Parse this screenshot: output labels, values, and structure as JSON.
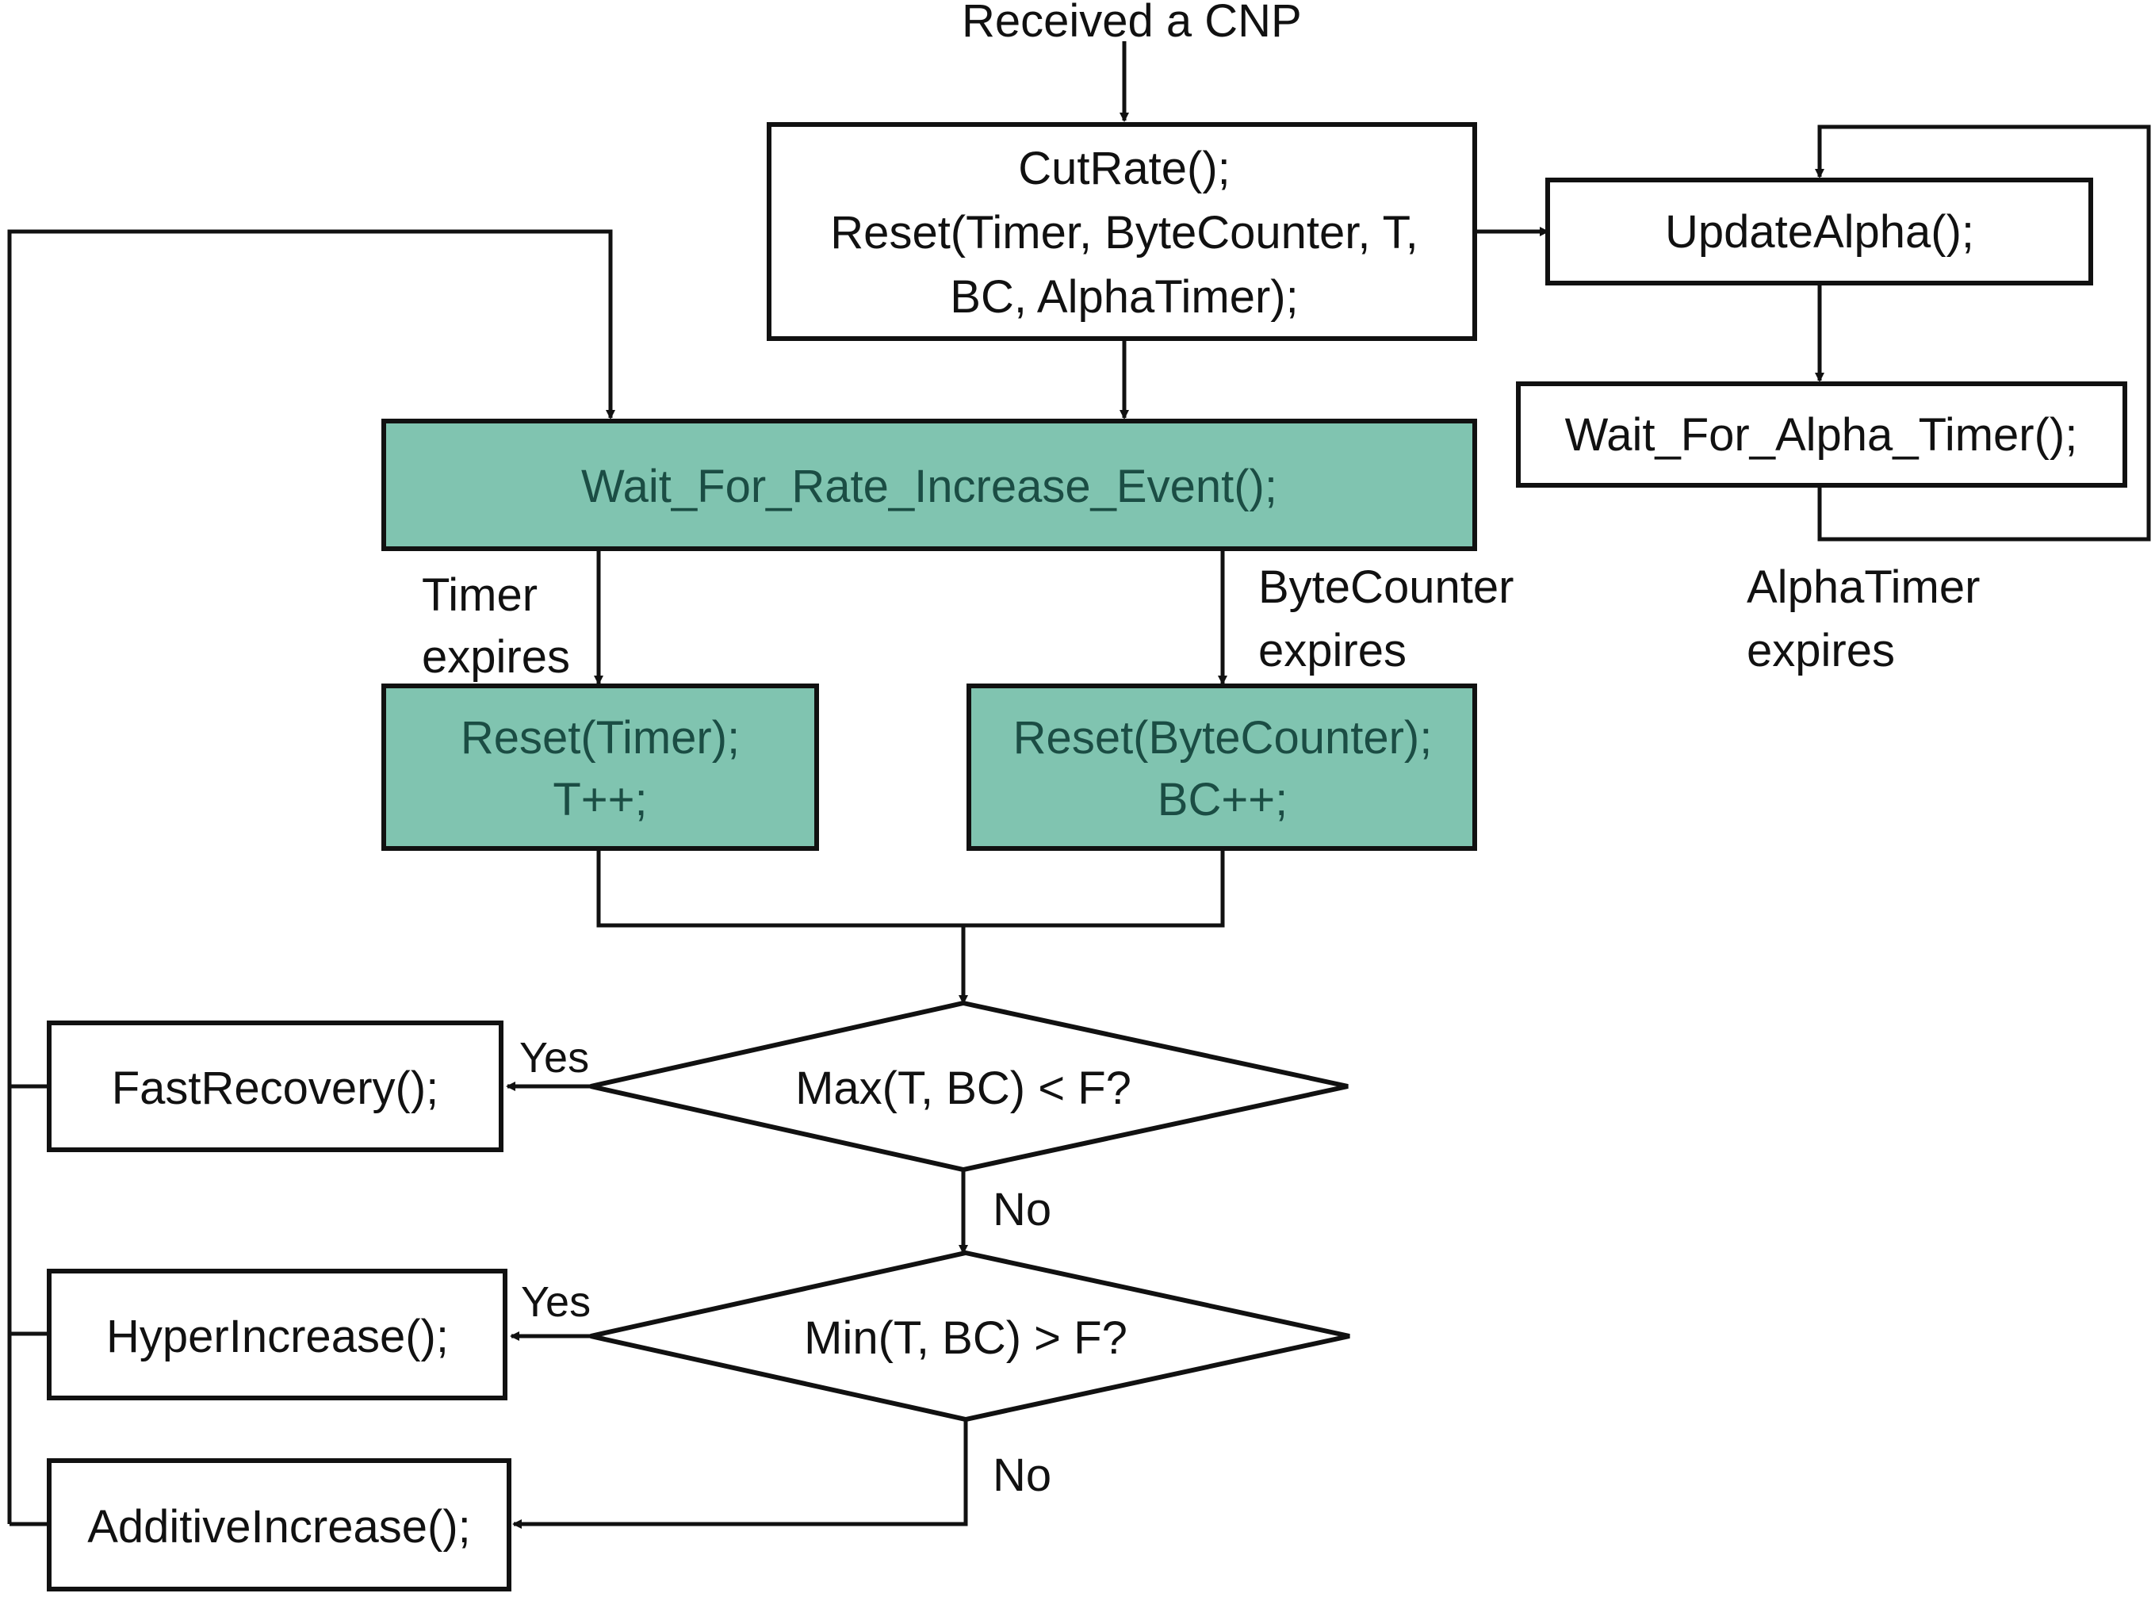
{
  "colors": {
    "teal_fill": "#80c4b0",
    "teal_text": "#1b4d44",
    "text": "#111111",
    "stroke": "#111111"
  },
  "start_label": "Received a CNP",
  "nodes": {
    "cut_rate": [
      "CutRate();",
      "Reset(Timer, ByteCounter, T,",
      "BC, AlphaTimer);"
    ],
    "update_alpha": [
      "UpdateAlpha();"
    ],
    "wait_alpha_timer": [
      "Wait_For_Alpha_Timer();"
    ],
    "wait_rate_increase": [
      "Wait_For_Rate_Increase_Event();"
    ],
    "reset_timer": [
      "Reset(Timer);",
      "T++;"
    ],
    "reset_bytecounter": [
      "Reset(ByteCounter);",
      "BC++;"
    ],
    "decision_max": [
      "Max(T, BC) < F?"
    ],
    "decision_min": [
      "Min(T, BC) > F?"
    ],
    "fast_recovery": [
      "FastRecovery();"
    ],
    "hyper_increase": [
      "HyperIncrease();"
    ],
    "additive_increase": [
      "AdditiveIncrease();"
    ]
  },
  "edge_labels": {
    "timer_expires": [
      "Timer",
      "expires"
    ],
    "bytecounter_expires": [
      "ByteCounter",
      "expires"
    ],
    "alphatimer_expires": [
      "AlphaTimer",
      "expires"
    ],
    "yes_1": "Yes",
    "no_1": "No",
    "yes_2": "Yes",
    "no_2": "No"
  }
}
